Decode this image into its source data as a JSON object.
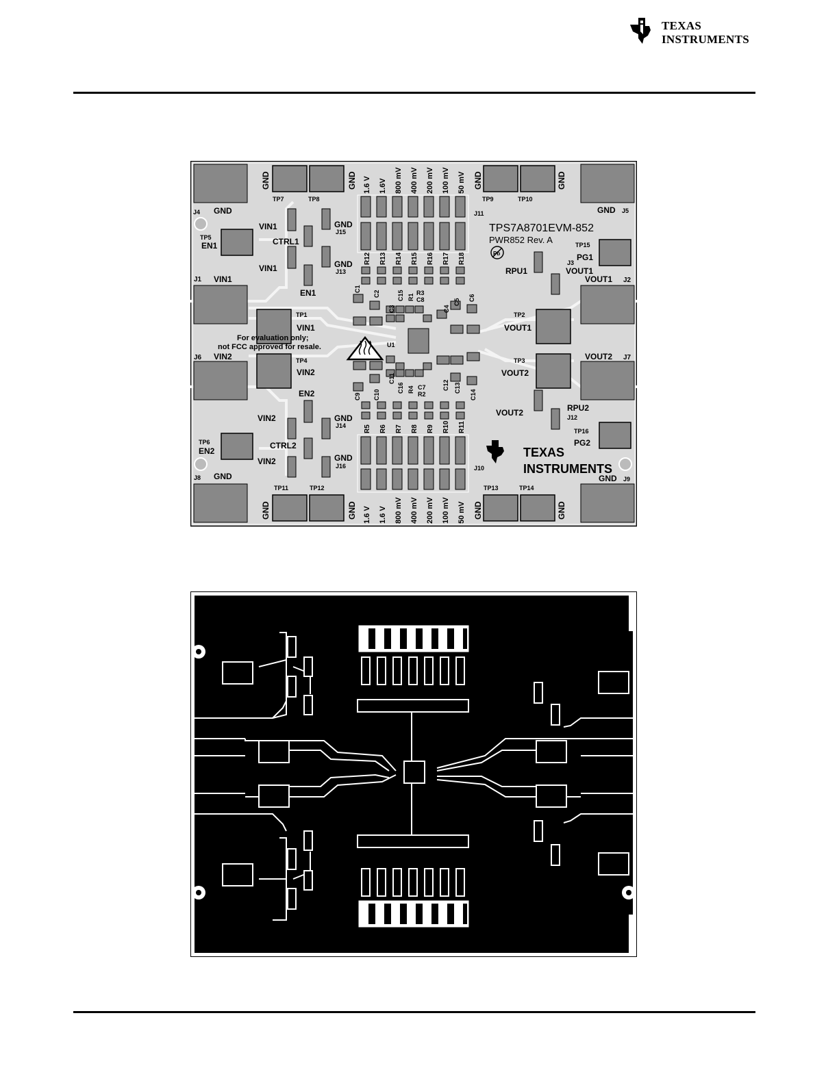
{
  "header": {
    "logo_line1": "TEXAS",
    "logo_line2": "INSTRUMENTS"
  },
  "silkscreen": {
    "title": "TPS7A8701EVM-852",
    "revision": "PWR852 Rev. A",
    "warning_line1": "For evaluation only;",
    "warning_line2": "not FCC approved for resale.",
    "logo_line1": "TEXAS",
    "logo_line2": "INSTRUMENTS",
    "gnd": "GND",
    "connectors": {
      "j1": "J1",
      "j2": "J2",
      "j3": "J3",
      "j4": "J4",
      "j5": "J5",
      "j6": "J6",
      "j7": "J7",
      "j8": "J8",
      "j9": "J9",
      "j10": "J10",
      "j11": "J11",
      "j12": "J12",
      "j13": "J13",
      "j14": "J14",
      "j15": "J15",
      "j16": "J16"
    },
    "test_points": {
      "tp1": "TP1",
      "tp2": "TP2",
      "tp3": "TP3",
      "tp4": "TP4",
      "tp5": "TP5",
      "tp6": "TP6",
      "tp7": "TP7",
      "tp8": "TP8",
      "tp9": "TP9",
      "tp10": "TP10",
      "tp11": "TP11",
      "tp12": "TP12",
      "tp13": "TP13",
      "tp14": "TP14",
      "tp15": "TP15",
      "tp16": "TP16"
    },
    "nets": {
      "vin1": "VIN1",
      "vin2": "VIN2",
      "vout1": "VOUT1",
      "vout2": "VOUT2",
      "en1": "EN1",
      "en2": "EN2",
      "ctrl1": "CTRL1",
      "ctrl2": "CTRL2",
      "pg1": "PG1",
      "pg2": "PG2",
      "rpu1": "RPU1",
      "rpu2": "RPU2"
    },
    "u1": "U1",
    "top_resistors": [
      "R12",
      "R13",
      "R14",
      "R15",
      "R16",
      "R17",
      "R18"
    ],
    "bottom_resistors": [
      "R5",
      "R6",
      "R7",
      "R8",
      "R9",
      "R10",
      "R11"
    ],
    "voltage_labels": [
      "1.6 V",
      "1.6V",
      "800 mV",
      "400 mV",
      "200 mV",
      "100 mV",
      "50 mV"
    ],
    "bottom_voltage_labels": [
      "1.6 V",
      "1.6 V",
      "800 mV",
      "400 mV",
      "200 mV",
      "100 mV",
      "50 mV"
    ],
    "caps_top": {
      "c1": "C1",
      "c2": "C2",
      "c3": "C3",
      "c15": "C15",
      "r1": "R1",
      "r3": "R3",
      "c8": "C8",
      "c4": "C4",
      "c5": "C5",
      "c6": "C6"
    },
    "caps_bottom": {
      "c9": "C9",
      "c10": "C10",
      "c11": "C11",
      "c16": "C16",
      "r4": "R4",
      "c7": "C7",
      "r2": "R2",
      "c12": "C12",
      "c13": "C13",
      "c14": "C14"
    }
  }
}
